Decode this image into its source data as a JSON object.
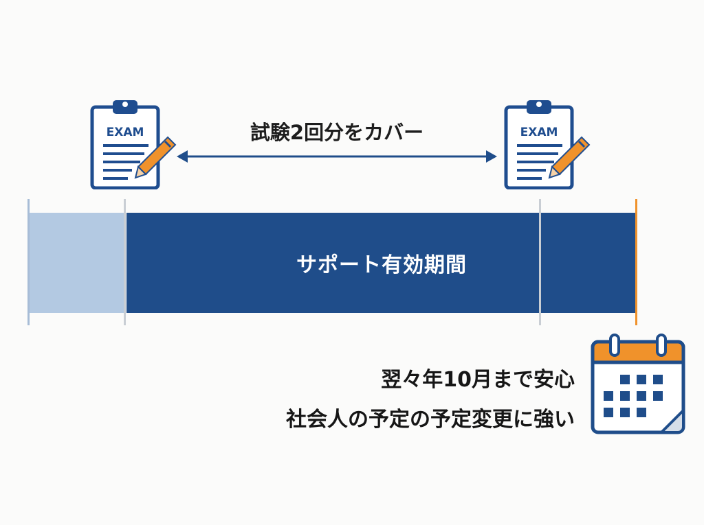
{
  "exam_icons": [
    {
      "label": "EXAM",
      "icon": "clipboard-exam-icon"
    },
    {
      "label": "EXAM",
      "icon": "clipboard-exam-icon"
    }
  ],
  "cover": {
    "text": "試験2回分をカバー",
    "arrow_icon": "double-arrow-icon"
  },
  "timeline": {
    "label": "サポート有効期間"
  },
  "notes": {
    "line1": "翌々年10月まで安心",
    "line2": "社会人の予定の予定変更に強い"
  },
  "calendar": {
    "icon": "calendar-icon"
  },
  "colors": {
    "navy": "#1f4d8a",
    "light_blue": "#b3c9e2",
    "accent_orange": "#f0922b",
    "divider_gray": "#c9ced4"
  }
}
